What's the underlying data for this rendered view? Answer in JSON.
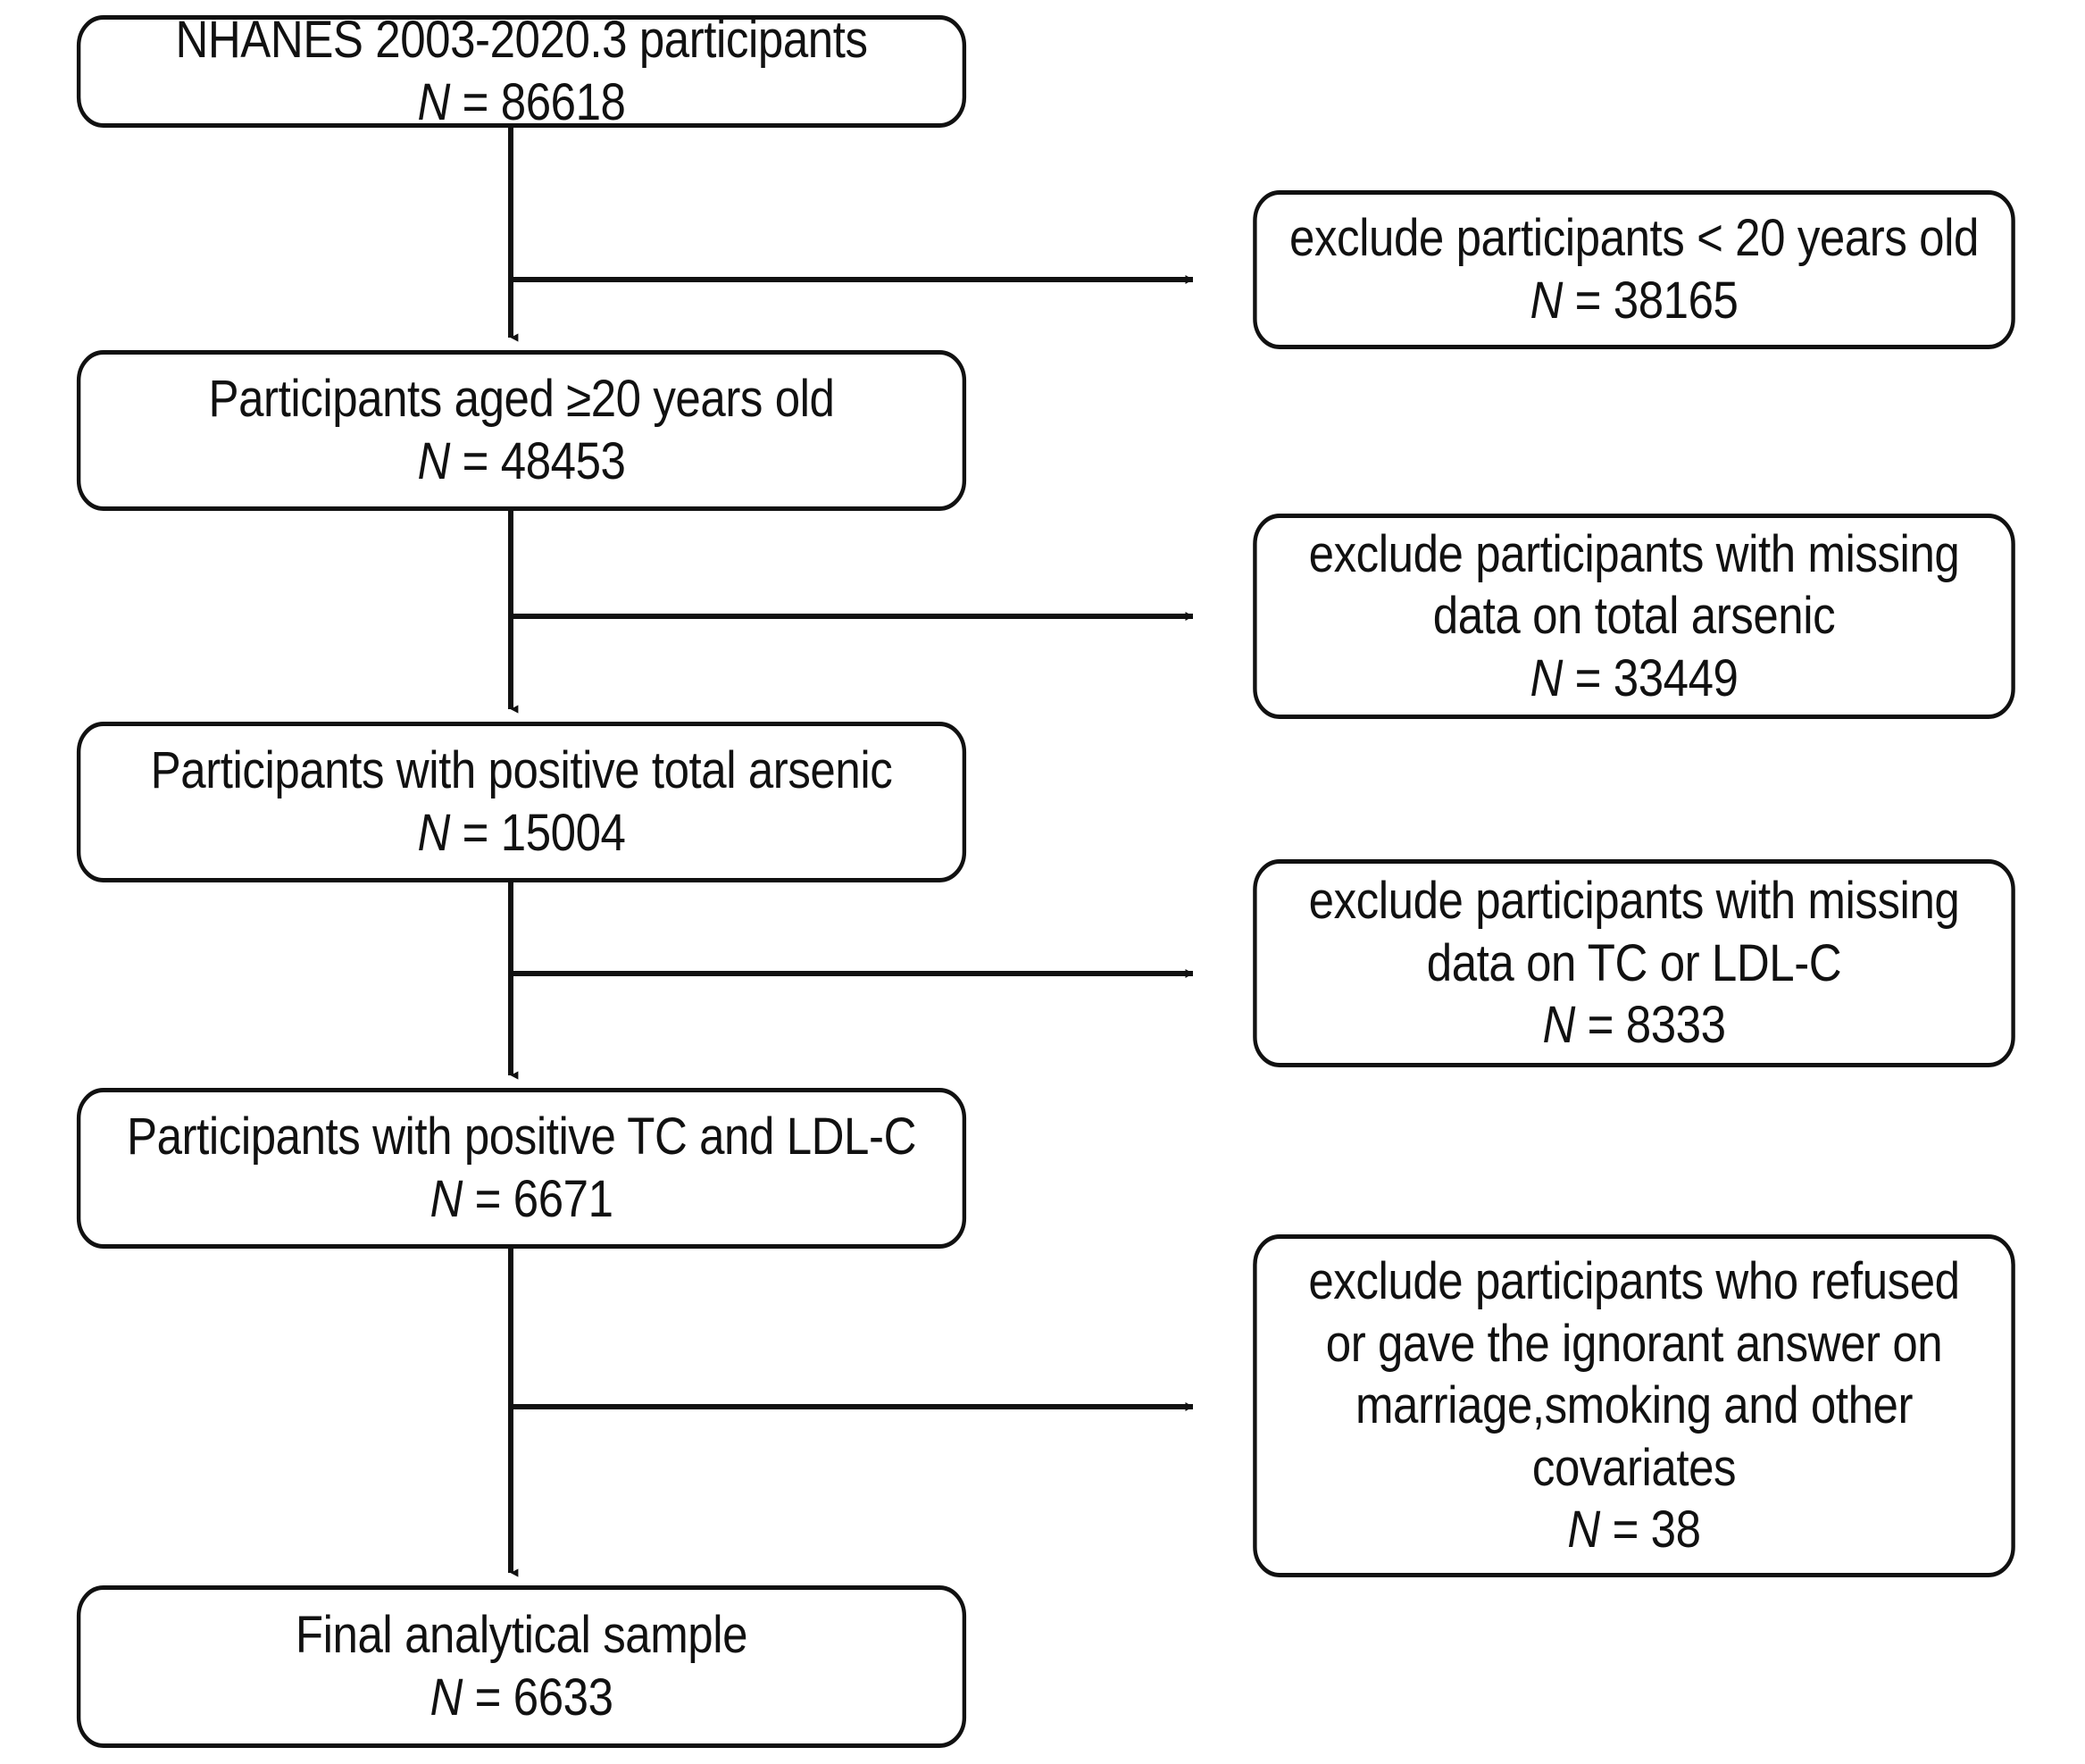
{
  "figure": {
    "type": "flowchart",
    "orientation": "top-to-bottom with right-side exclusion branches",
    "accent_color": "#111111",
    "background_color": "#ffffff"
  },
  "main_flow": [
    {
      "id": "main-0",
      "label": "NHANES 2003-2020.3 participants",
      "n_prefix": "N",
      "n_eq": " = ",
      "n_value": "86618",
      "n_text": "N = 86618"
    },
    {
      "id": "main-1",
      "label": "Participants aged ≥20 years old",
      "n_prefix": "N",
      "n_eq": " = ",
      "n_value": "48453",
      "n_text": "N = 48453"
    },
    {
      "id": "main-2",
      "label": "Participants with positive total arsenic",
      "n_prefix": "N",
      "n_eq": " = ",
      "n_value": "15004",
      "n_text": "N = 15004"
    },
    {
      "id": "main-3",
      "label": "Participants with positive TC and LDL-C",
      "n_prefix": "N",
      "n_eq": " = ",
      "n_value": "6671",
      "n_text": "N = 6671"
    },
    {
      "id": "main-4",
      "label": "Final analytical sample",
      "n_prefix": "N",
      "n_eq": " = ",
      "n_value": "6633",
      "n_text": "N = 6633"
    }
  ],
  "exclusions": [
    {
      "id": "excl-0",
      "lines": [
        "exclude participants < 20 years old"
      ],
      "n_prefix": "N",
      "n_eq": " = ",
      "n_value": "38165",
      "n_text": "N = 38165"
    },
    {
      "id": "excl-1",
      "lines": [
        "exclude participants with missing",
        "data on total arsenic"
      ],
      "n_prefix": "N",
      "n_eq": " = ",
      "n_value": "33449",
      "n_text": "N = 33449"
    },
    {
      "id": "excl-2",
      "lines": [
        "exclude participants with missing",
        "data on TC or LDL-C"
      ],
      "n_prefix": "N",
      "n_eq": " = ",
      "n_value": "8333",
      "n_text": "N = 8333"
    },
    {
      "id": "excl-3",
      "lines": [
        "exclude participants who refused",
        "or gave the ignorant answer on",
        "marriage,smoking and other",
        "covariates"
      ],
      "n_prefix": "N",
      "n_eq": " = ",
      "n_value": "38",
      "n_text": "N = 38"
    }
  ],
  "chart_data": {
    "type": "flowchart",
    "title": "NHANES participant selection flow",
    "steps": [
      {
        "stage": "NHANES 2003-2020.3 participants",
        "n": 86618
      },
      {
        "stage": "Participants aged ≥20 years old",
        "n": 48453
      },
      {
        "stage": "Participants with positive total arsenic",
        "n": 15004
      },
      {
        "stage": "Participants with positive TC and LDL-C",
        "n": 6671
      },
      {
        "stage": "Final analytical sample",
        "n": 6633
      }
    ],
    "excluded": [
      {
        "reason": "exclude participants < 20 years old",
        "n": 38165
      },
      {
        "reason": "exclude participants with missing data on total arsenic",
        "n": 33449
      },
      {
        "reason": "exclude participants with missing data on TC or LDL-C",
        "n": 8333
      },
      {
        "reason": "exclude participants who refused or gave the ignorant answer on marriage,smoking and other covariates",
        "n": 38
      }
    ]
  }
}
